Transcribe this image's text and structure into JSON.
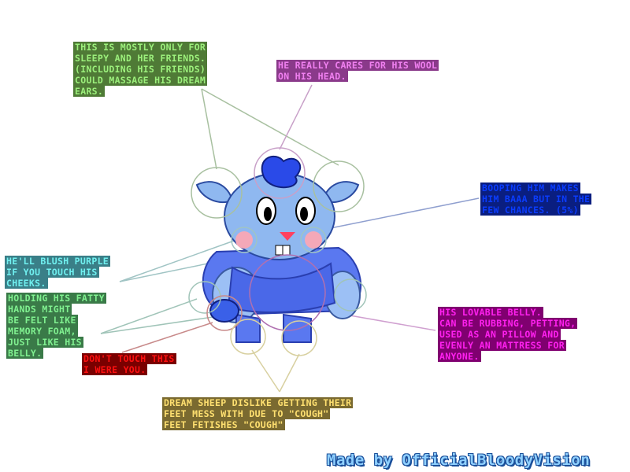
{
  "notes": {
    "ears": [
      "This is mostly only for",
      "Sleepy and her friends.",
      "(including his friends)",
      "could massage his dream",
      "ears."
    ],
    "wool": [
      "He really cares for his wool",
      "on his head."
    ],
    "nose": [
      "Booping him makes",
      "him baaa but in the",
      "few chances. (5%)"
    ],
    "cheeks": [
      "He'll blush purple",
      "if you touch his",
      "cheeks."
    ],
    "hands": [
      "Holding his fatty",
      "hands might",
      "be felt like",
      "memory foam,",
      "just like his",
      "belly."
    ],
    "tail": [
      "Don't touch this",
      "I were you."
    ],
    "belly": [
      "His lovable belly.",
      "Can be rubbing, petting,",
      "used as an pillow and",
      "evenly an mattress for",
      "anyone."
    ],
    "feet": [
      "Dream sheep dislike getting their",
      "feet mess with due to \"cough\"",
      "feet fetishes \"cough\""
    ]
  },
  "credit": "Made by OfficialBloodyVision",
  "colors": {
    "ears": [
      "#9cf07c",
      "#4f7a36"
    ],
    "wool": [
      "#f080f0",
      "#8a3a8a"
    ],
    "nose": [
      "#0a3cff",
      "#0a1e80"
    ],
    "cheeks": [
      "#70f0f0",
      "#3a7f88"
    ],
    "hands": [
      "#80f090",
      "#3a7a48"
    ],
    "tail": [
      "#ff1010",
      "#7a0000"
    ],
    "belly": [
      "#ff20f0",
      "#800070"
    ],
    "feet": [
      "#ffe070",
      "#7a6a30"
    ]
  }
}
